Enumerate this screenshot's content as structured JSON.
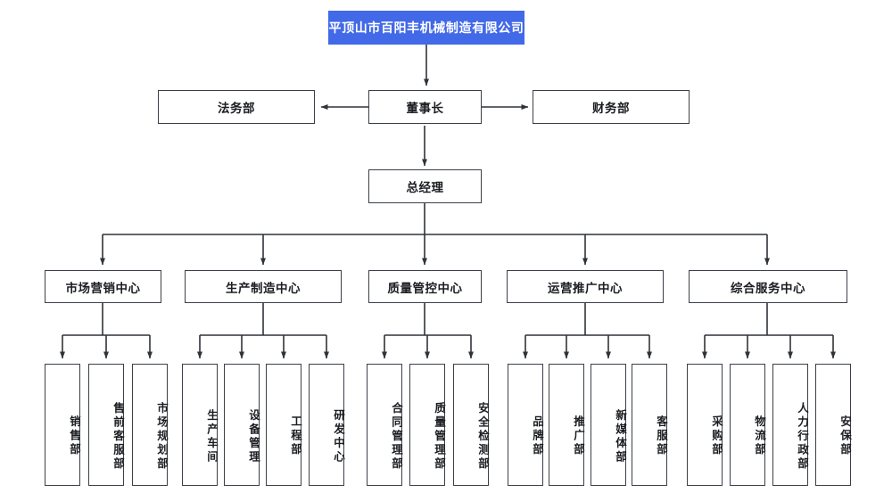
{
  "diagram": {
    "type": "organization-chart",
    "title": "平顶山市百阳丰机械制造有限公司",
    "colors": {
      "root_fill": "#4269e8",
      "root_text": "#ffffff",
      "node_border": "#3b4048",
      "node_fill": "#ffffff",
      "node_text": "#1b1d21",
      "link": "#2f3338",
      "background": "#ffffff"
    }
  },
  "root": {
    "label": "平顶山市百阳丰机械制造有限公司"
  },
  "executive": {
    "chairman": {
      "label": "董事长"
    },
    "left": {
      "label": "法务部"
    },
    "right": {
      "label": "财务部"
    },
    "general_manager": {
      "label": "总经理"
    }
  },
  "centers": [
    {
      "label": "市场营销中心",
      "departments": [
        {
          "label": "销售部"
        },
        {
          "label": "售前客服部"
        },
        {
          "label": "市场规划部"
        }
      ]
    },
    {
      "label": "生产制造中心",
      "departments": [
        {
          "label": "生产车间"
        },
        {
          "label": "设备管理"
        },
        {
          "label": "工程部"
        },
        {
          "label": "研发中心"
        }
      ]
    },
    {
      "label": "质量管控中心",
      "departments": [
        {
          "label": "合同管理部"
        },
        {
          "label": "质量管理部"
        },
        {
          "label": "安全检测部"
        }
      ]
    },
    {
      "label": "运营推广中心",
      "departments": [
        {
          "label": "品牌部"
        },
        {
          "label": "推广部"
        },
        {
          "label": "新媒体部"
        },
        {
          "label": "客服部"
        }
      ]
    },
    {
      "label": "综合服务中心",
      "departments": [
        {
          "label": "采购部"
        },
        {
          "label": "物流部"
        },
        {
          "label": "人力行政部"
        },
        {
          "label": "安保部"
        }
      ]
    }
  ]
}
